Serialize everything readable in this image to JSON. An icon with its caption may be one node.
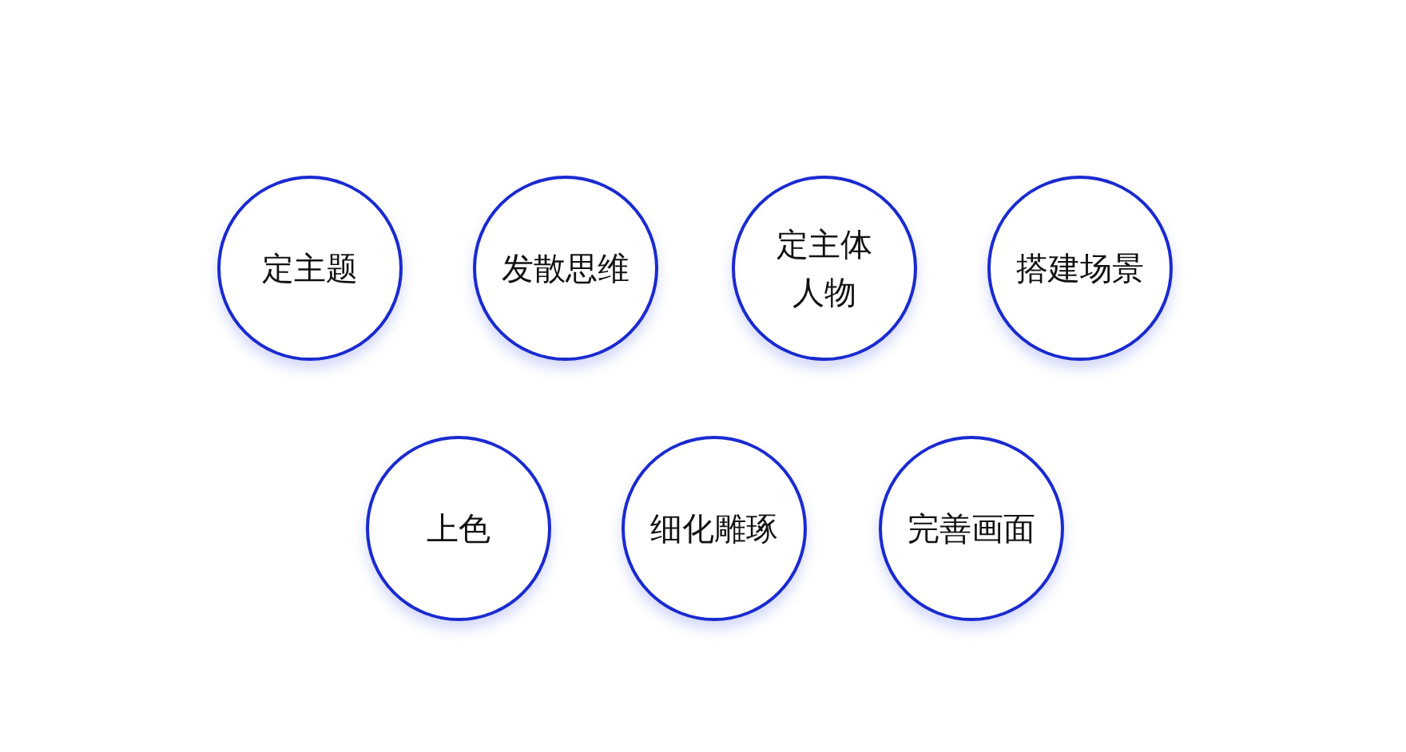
{
  "diagram": {
    "nodes": [
      {
        "text": [
          "定主题"
        ]
      },
      {
        "text": [
          "发散思维"
        ]
      },
      {
        "text": [
          "定主体人物"
        ]
      },
      {
        "text": [
          "搭建场景"
        ]
      },
      {
        "text": [
          "上色"
        ]
      },
      {
        "text": [
          "细化雕琢"
        ]
      },
      {
        "text": [
          "完善画面"
        ]
      }
    ]
  }
}
